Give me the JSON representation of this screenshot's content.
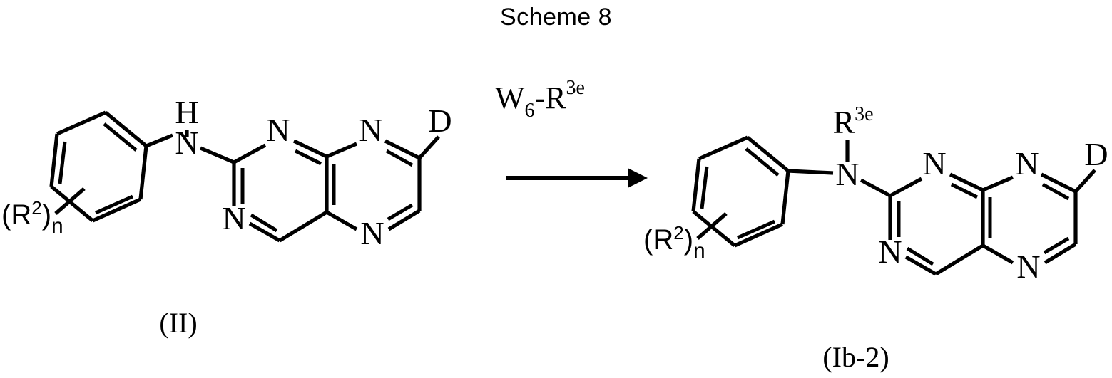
{
  "scheme": {
    "title": "Scheme 8"
  },
  "reagent": {
    "main": "W",
    "subscript": "6",
    "dash": "-",
    "group": "R",
    "group_sup": "3e",
    "full": "W6-R3e"
  },
  "arrow": {
    "name": "reaction-arrow",
    "direction": "right"
  },
  "reactant": {
    "label": "(II)",
    "benzene": {
      "substituent_label": "(R",
      "substituent_sup": "2",
      "substituent_close": ")",
      "substituent_sub": "n",
      "substituent_full": "(R2)n"
    },
    "linker": {
      "n_label": "N",
      "h_label": "H"
    },
    "pteridine": {
      "n1": "N",
      "n3": "N",
      "n5": "N",
      "n8": "N",
      "deuterium": "D"
    }
  },
  "product": {
    "label": "(Ib-2)",
    "benzene": {
      "substituent_label": "(R",
      "substituent_sup": "2",
      "substituent_close": ")",
      "substituent_sub": "n",
      "substituent_full": "(R2)n"
    },
    "linker": {
      "n_label": "N",
      "r_label": "R",
      "r_sup": "3e"
    },
    "pteridine": {
      "n1": "N",
      "n3": "N",
      "n5": "N",
      "n8": "N",
      "deuterium": "D"
    }
  },
  "colors": {
    "ink": "#000000",
    "background": "#ffffff"
  }
}
